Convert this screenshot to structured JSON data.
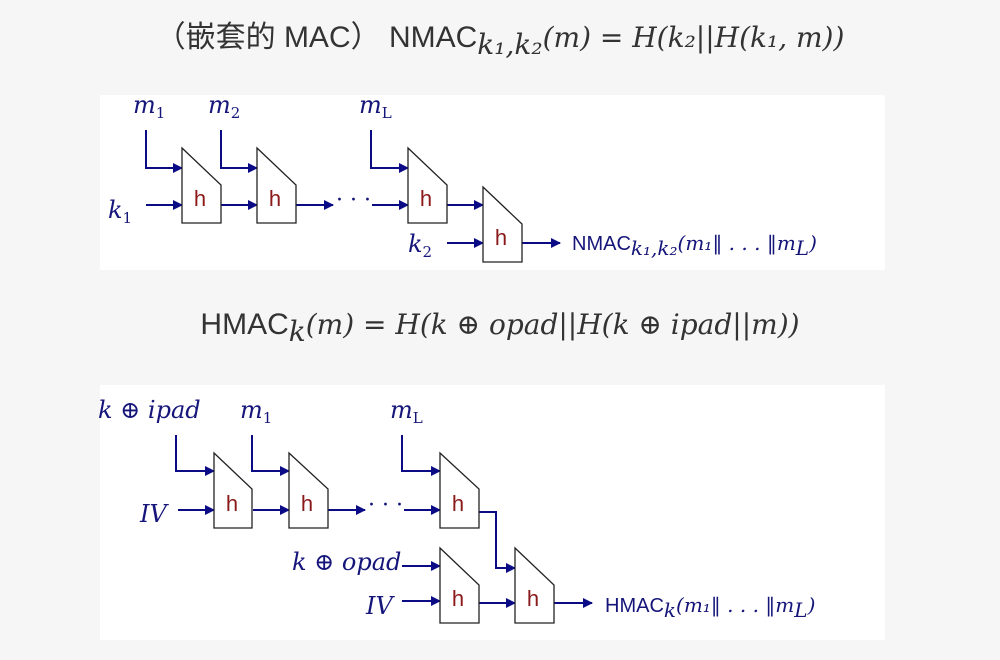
{
  "title": {
    "prefix": "（嵌套的 MAC）",
    "name": "NMAC",
    "sub": "k₁,k₂",
    "rest_math": "(m) = H(k₂||H(k₁, m))"
  },
  "hmac_formula": {
    "name": "HMAC",
    "sub": "k",
    "rest_math": "(m) = H(k ⊕ opad||H(k ⊕ ipad||m))"
  },
  "colors": {
    "line": "#0b0b86",
    "h_label": "#8b1a1a",
    "panel": "#ffffff"
  },
  "nmac_diagram": {
    "inputs": [
      {
        "base": "m",
        "sub": "1"
      },
      {
        "base": "m",
        "sub": "2"
      },
      {
        "base": "m",
        "sub": "L"
      }
    ],
    "key1": {
      "base": "k",
      "sub": "1"
    },
    "key2": {
      "base": "k",
      "sub": "2"
    },
    "box_label": "h",
    "ellipsis": "· · ·",
    "output": {
      "name": "NMAC",
      "sub": "k₁,k₂",
      "math": "(m₁‖ . . . ‖m",
      "last_sub": "L",
      "close": ")"
    }
  },
  "hmac_diagram": {
    "ipad_label": "k ⊕ ipad",
    "opad_label": "k ⊕ opad",
    "iv_label": "IV",
    "inputs": [
      {
        "base": "m",
        "sub": "1"
      },
      {
        "base": "m",
        "sub": "L"
      }
    ],
    "box_label": "h",
    "ellipsis": "· · ·",
    "output": {
      "name": "HMAC",
      "sub": "k",
      "math": "(m₁‖ . . . ‖m",
      "last_sub": "L",
      "close": ")"
    }
  }
}
